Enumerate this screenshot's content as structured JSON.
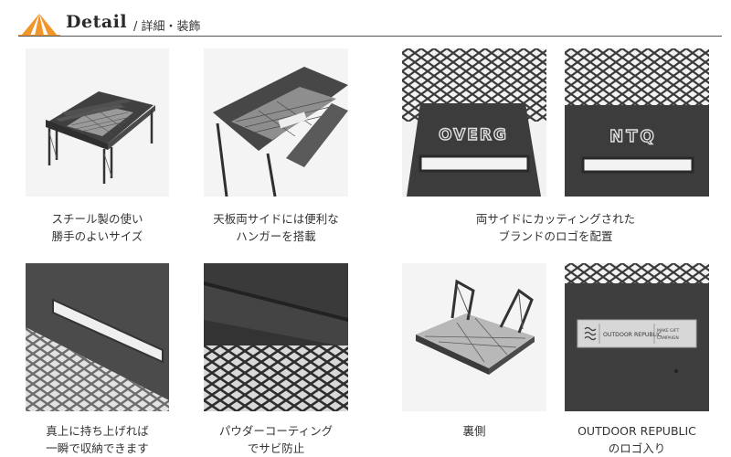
{
  "header": {
    "title": "Detail",
    "subtitle": "/ 詳細・装飾"
  },
  "captions": {
    "c1": [
      "スチール製の使い",
      "勝手のよいサイズ"
    ],
    "c2": [
      "天板両サイドには便利な",
      "ハンガーを搭載"
    ],
    "c3": [
      "両サイドにカッティングされた",
      "ブランドのロゴを配置"
    ],
    "c4": [
      "真上に持ち上げれば",
      "一瞬で収納できます"
    ],
    "c5": [
      "パウダーコーティング",
      "でサビ防止"
    ],
    "c6": [
      "裏側"
    ],
    "c7": [
      "OUTDOOR REPUBLIC",
      "のロゴ入り"
    ]
  },
  "logo_plate": {
    "brand": "OUTDOOR REPUBLIC",
    "tag_1": "MAKE GIFT",
    "tag_2": "CAMPAIGN"
  },
  "cutout_text": {
    "left": "OVERG",
    "right": "NTQ"
  },
  "colors": {
    "accent_orange": "#f0962a",
    "steel": "#3a3a3a",
    "text": "#333333"
  }
}
